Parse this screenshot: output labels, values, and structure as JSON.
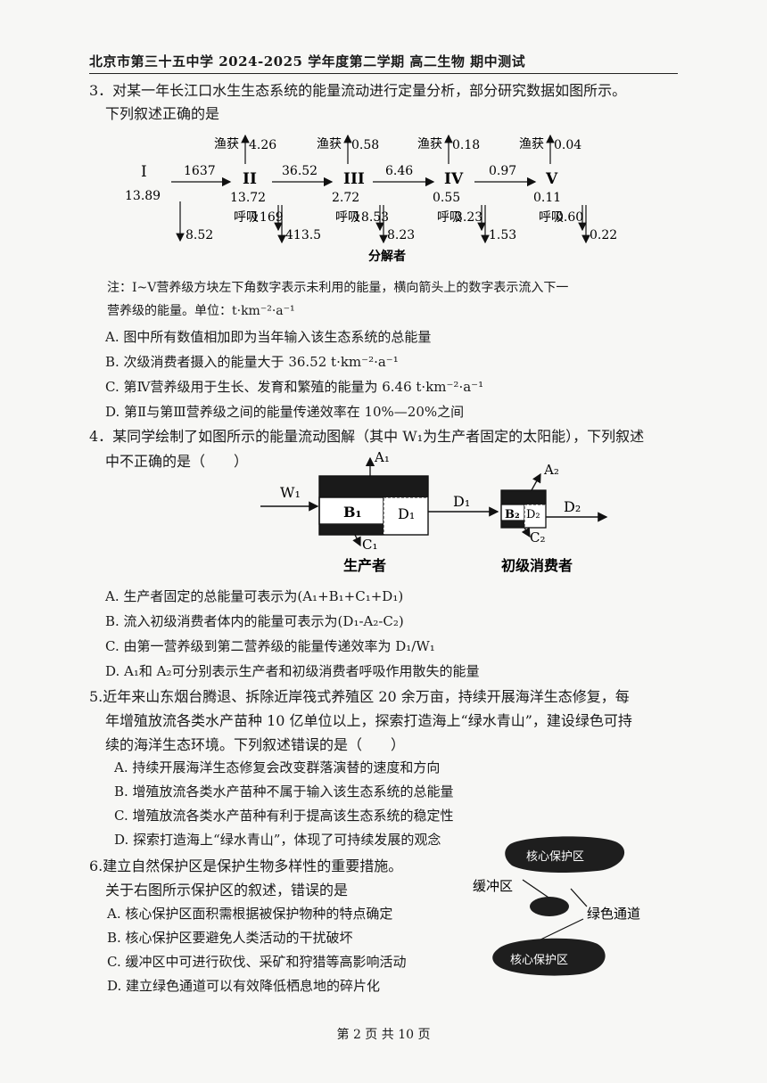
{
  "header": "北京市第三十五中学 2024-2025 学年度第二学期 高二生物 期中测试",
  "q3": {
    "stem1": "3．对某一年长江口水生生态系统的能量流动进行定量分析，部分研究数据如图所示。",
    "stem2": "下列叙述正确的是",
    "diagram": {
      "levels": [
        "I",
        "II",
        "III",
        "IV",
        "V"
      ],
      "unused": [
        "13.89",
        "13.72",
        "2.72",
        "0.55",
        "0.11"
      ],
      "flows": [
        "1637",
        "36.52",
        "6.46",
        "0.97"
      ],
      "catch_label": "渔获",
      "catch": [
        "4.26",
        "0.58",
        "0.18",
        "0.04"
      ],
      "resp_label": "呼吸",
      "resp": [
        "1169",
        "18.53",
        "3.23",
        "0.60"
      ],
      "decomp": [
        "8.52",
        "413.5",
        "8.23",
        "1.53",
        "0.22"
      ],
      "decomposer_label": "分解者"
    },
    "note1": "注：Ⅰ~Ⅴ营养级方块左下角数字表示未利用的能量，横向箭头上的数字表示流入下一",
    "note2": "营养级的能量。单位：t·km⁻²·a⁻¹",
    "options": [
      "A. 图中所有数值相加即为当年输入该生态系统的总能量",
      "B. 次级消费者摄入的能量大于 36.52 t·km⁻²·a⁻¹",
      "C. 第Ⅳ营养级用于生长、发育和繁殖的能量为 6.46 t·km⁻²·a⁻¹",
      "D. 第Ⅱ与第Ⅲ营养级之间的能量传递效率在 10%—20%之间"
    ]
  },
  "q4": {
    "stem1": "4．某同学绘制了如图所示的能量流动图解（其中 W₁为生产者固定的太阳能），下列叙述",
    "stem2": "中不正确的是（　　）",
    "diagram": {
      "W1": "W₁",
      "A1": "A₁",
      "B1": "B₁",
      "C1": "C₁",
      "D1": "D₁",
      "arrowD1": "D₁",
      "A2": "A₂",
      "B2": "B₂",
      "C2": "C₂",
      "D2": "D₂",
      "arrowD2": "D₂",
      "producer": "生产者",
      "consumer": "初级消费者"
    },
    "options": [
      "A. 生产者固定的总能量可表示为(A₁+B₁+C₁+D₁)",
      "B. 流入初级消费者体内的能量可表示为(D₁-A₂-C₂)",
      "C. 由第一营养级到第二营养级的能量传递效率为 D₁/W₁",
      "D. A₁和 A₂可分别表示生产者和初级消费者呼吸作用散失的能量"
    ]
  },
  "q5": {
    "stem1": "5.近年来山东烟台腾退、拆除近岸筏式养殖区 20 余万亩，持续开展海洋生态修复，每",
    "stem2": "年增殖放流各类水产苗种 10 亿单位以上，探索打造海上“绿水青山”，建设绿色可持",
    "stem3": "续的海洋生态环境。下列叙述错误的是（　　）",
    "options": [
      "A. 持续开展海洋生态修复会改变群落演替的速度和方向",
      "B. 增殖放流各类水产苗种不属于输入该生态系统的总能量",
      "C. 增殖放流各类水产苗种有利于提高该生态系统的稳定性",
      "D. 探索打造海上“绿水青山”，体现了可持续发展的观念"
    ]
  },
  "q6": {
    "stem1": "6.建立自然保护区是保护生物多样性的重要措施。",
    "stem2": "关于右图所示保护区的叙述，错误的是",
    "options": [
      "A. 核心保护区面积需根据被保护物种的特点确定",
      "B. 核心保护区要避免人类活动的干扰破坏",
      "C. 缓冲区中可进行砍伐、采矿和狩猎等高影响活动",
      "D. 建立绿色通道可以有效降低栖息地的碎片化"
    ],
    "diagram": {
      "core_top": "核心保护区",
      "buffer": "缓冲区",
      "green": "绿色通道",
      "core_bottom": "核心保护区"
    }
  },
  "footer": "第 2 页 共 10 页"
}
